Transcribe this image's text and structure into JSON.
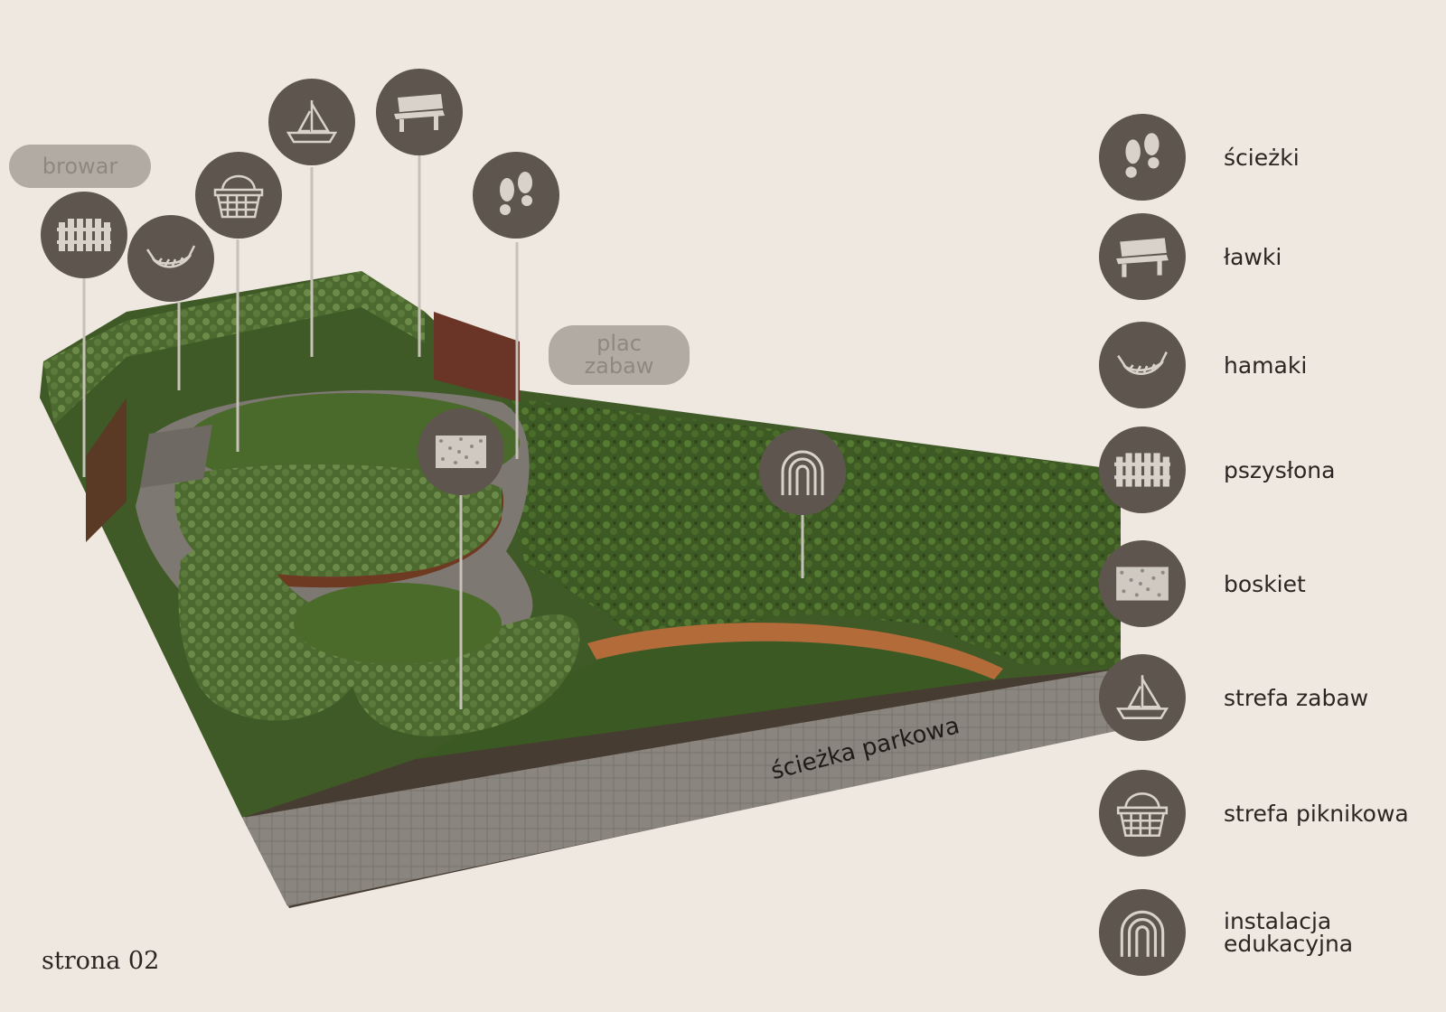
{
  "page": {
    "number_label": "strona 02"
  },
  "colors": {
    "background": "#efe8e1",
    "icon_bg": "#5e564e",
    "icon_fg": "#d8d2cb",
    "tag_bg": "#b2aba4",
    "tag_text": "#8e8880",
    "grass": "#3f5a26",
    "path": "#807a74"
  },
  "map": {
    "tags": {
      "browar": "browar",
      "plac": "plac",
      "zabaw": "zabaw"
    },
    "path_label": "ścieżka parkowa",
    "pins": [
      "fence-icon",
      "hammock-icon",
      "picnic-basket-icon",
      "sailboat-icon",
      "bench-icon",
      "footprints-icon",
      "shrub-texture-icon",
      "arch-icon"
    ]
  },
  "legend": [
    {
      "icon": "footprints-icon",
      "label": "ścieżki"
    },
    {
      "icon": "bench-icon",
      "label": "ławki"
    },
    {
      "icon": "hammock-icon",
      "label": "hamaki"
    },
    {
      "icon": "fence-icon",
      "label": "pszysłona"
    },
    {
      "icon": "shrub-texture-icon",
      "label": "boskiet"
    },
    {
      "icon": "sailboat-icon",
      "label": "strefa zabaw"
    },
    {
      "icon": "picnic-basket-icon",
      "label": "strefa piknikowa"
    },
    {
      "icon": "arch-icon",
      "label_line1": "instalacja",
      "label_line2": "edukacyjna"
    }
  ]
}
